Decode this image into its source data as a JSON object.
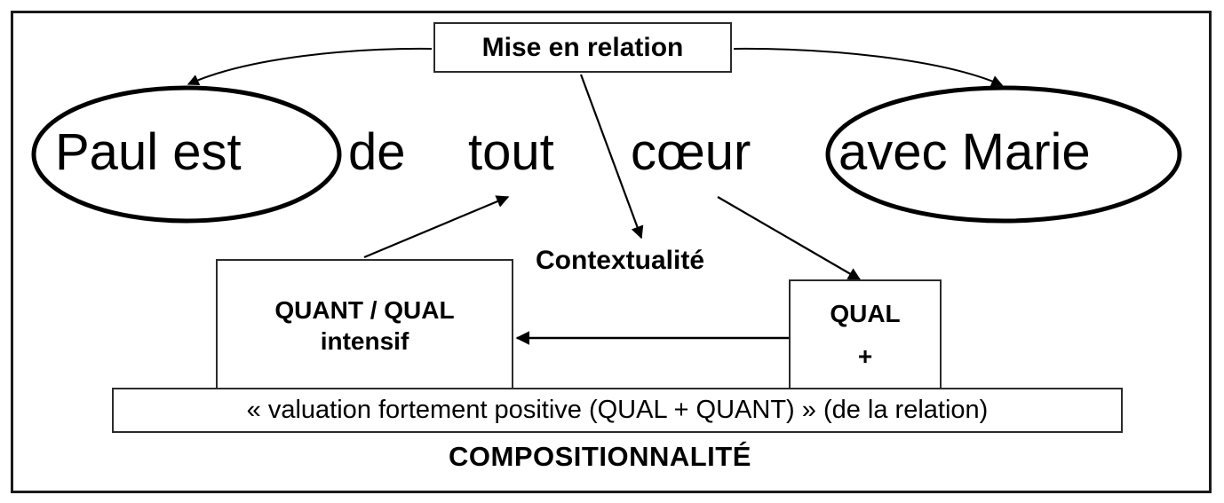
{
  "diagram": {
    "title_caption": "COMPOSITIONNALITÉ",
    "sentence": {
      "words": [
        {
          "id": "paul",
          "text": "Paul est",
          "circled": true
        },
        {
          "id": "de",
          "text": "de",
          "circled": false
        },
        {
          "id": "tout",
          "text": "tout",
          "circled": false
        },
        {
          "id": "coeur",
          "text": "cœur",
          "circled": false
        },
        {
          "id": "avec",
          "text": "avec Marie",
          "circled": true
        }
      ]
    },
    "nodes": {
      "mise_en_relation": "Mise en relation",
      "contextualite": "Contextualité",
      "quant_qual_line1": "QUANT / QUAL",
      "quant_qual_line2": "intensif",
      "qual_line1": "QUAL",
      "qual_line2": "+",
      "valuation": "« valuation fortement positive (QUAL + QUANT) » (de la relation)"
    },
    "edges": [
      {
        "from": "mise_en_relation",
        "to": "ellipse_paul_est",
        "style": "curved-arrow"
      },
      {
        "from": "mise_en_relation",
        "to": "ellipse_avec_marie",
        "style": "curved-arrow"
      },
      {
        "from": "mise_en_relation",
        "to": "contextualite",
        "style": "straight-arrow"
      },
      {
        "from": "quant_qual",
        "to": "tout",
        "style": "straight-arrow"
      },
      {
        "from": "contextualite_area",
        "to": "qual",
        "style": "straight-arrow"
      },
      {
        "from": "qual",
        "to": "quant_qual",
        "style": "straight-arrow"
      }
    ],
    "colors": {
      "stroke": "#000000",
      "box_border": "#2b2b2b",
      "frame_border": "#1a1a1a",
      "background": "#ffffff"
    }
  }
}
